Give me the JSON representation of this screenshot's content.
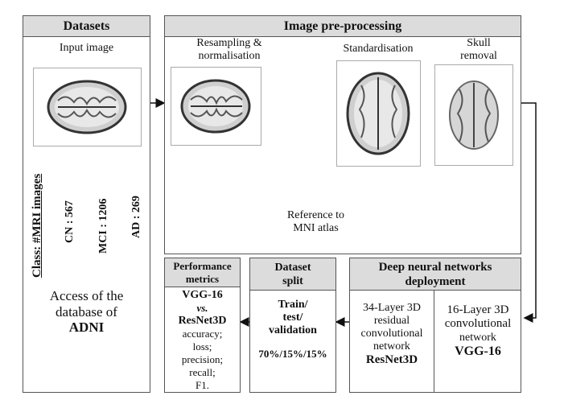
{
  "datasets": {
    "title": "Datasets",
    "input_label": "Input image",
    "class_label": "Class: #MRI images",
    "cn": "CN : 567",
    "mci": "MCI : 1206",
    "ad": "AD : 269",
    "access_line1": "Access of the",
    "access_line2": "database of",
    "access_line3": "ADNI"
  },
  "preprocessing": {
    "title": "Image pre-processing",
    "resampling_line1": "Resampling &",
    "resampling_line2": "normalisation",
    "standardisation": "Standardisation",
    "skull_line1": "Skull",
    "skull_line2": "removal",
    "reference_line1": "Reference to",
    "reference_line2": "MNI atlas"
  },
  "deep_networks": {
    "title_line1": "Deep neural networks",
    "title_line2": "deployment",
    "resnet_line1": "34-Layer 3D",
    "resnet_line2": "residual",
    "resnet_line3": "convolutional",
    "resnet_line4": "network",
    "resnet_name": "ResNet3D",
    "vgg_line1": "16-Layer 3D",
    "vgg_line2": "convolutional",
    "vgg_line3": "network",
    "vgg_name": "VGG-16"
  },
  "split": {
    "title_line1": "Dataset",
    "title_line2": "split",
    "train_line1": "Train/",
    "train_line2": "test/",
    "train_line3": "validation",
    "ratio": "70%/15%/15%"
  },
  "metrics": {
    "title_line1": "Performance",
    "title_line2": "metrics",
    "vgg": "VGG-16",
    "vs": "vs.",
    "resnet": "ResNet3D",
    "m1": "accuracy;",
    "m2": "loss;",
    "m3": "precision;",
    "m4": "recall;",
    "m5": "F1."
  },
  "colors": {
    "header_bg": "#dcdcdc",
    "border": "#555555"
  }
}
